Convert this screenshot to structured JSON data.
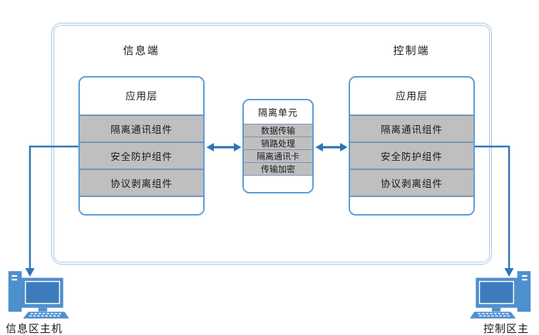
{
  "info_side": {
    "label": "信息端",
    "box": {
      "title": "应用层",
      "rows": [
        "隔离通讯组件",
        "安全防护组件",
        "协议剥离组件"
      ]
    }
  },
  "control_side": {
    "label": "控制端",
    "box": {
      "title": "应用层",
      "rows": [
        "隔离通讯组件",
        "安全防护组件",
        "协议剥离组件"
      ]
    }
  },
  "isolation_unit": {
    "title": "隔离单元",
    "rows": [
      "数据传输",
      "销路处理",
      "隔离通讯卡",
      "传输加密"
    ]
  },
  "hosts": {
    "info": "信息区主机",
    "control": "控制区主机"
  },
  "colors": {
    "box_border": "#5B9BD5",
    "container_border": "#A6C5E5",
    "row_fill": "#BFBFBF",
    "row_border": "#7691B8",
    "arrow": "#2E75B6",
    "icon_blue": "#4E8FCE",
    "icon_screen": "#3C7CBE",
    "text": "#1A1A1A"
  }
}
